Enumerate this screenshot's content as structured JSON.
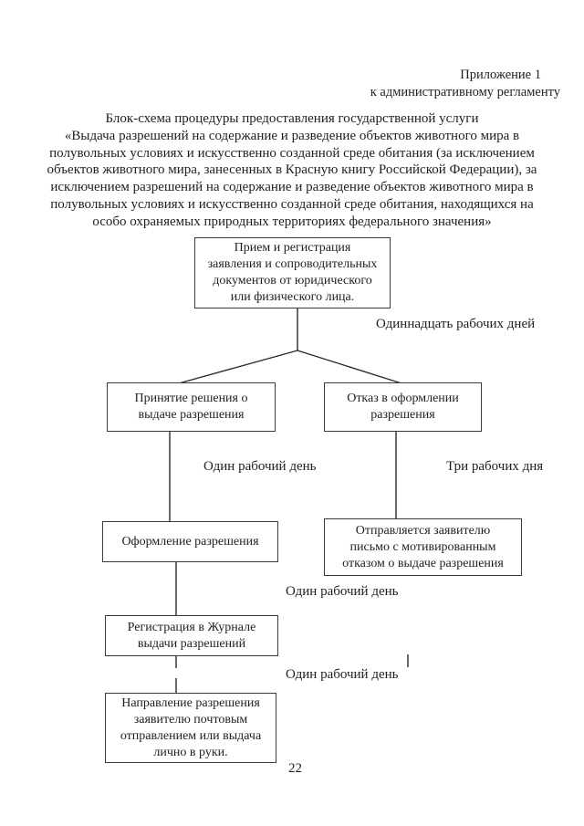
{
  "document": {
    "appendix_line1": "Приложение 1",
    "appendix_line2": "к административному регламенту",
    "title_lines": [
      "Блок-схема процедуры предоставления государственной услуги",
      "«Выдача разрешений на содержание и разведение объектов животного мира в",
      "полувольных условиях и искусственно созданной среде обитания (за исключением",
      "объектов животного мира, занесенных в Красную книгу Российской Федерации), за",
      "исключением разрешений на содержание и разведение объектов животного мира в",
      "полувольных условиях и искусственно созданной среде обитания, находящихся на",
      "особо охраняемых природных территориях федерального значения»"
    ],
    "page_number": "22"
  },
  "flowchart": {
    "box_reception": "Прием и регистрация\nзаявления и сопроводительных\nдокументов от юридического\nили физического лица.",
    "box_decision": "Принятие решения о\nвыдаче разрешения",
    "box_refusal": "Отказ в оформлении\nразрешения",
    "box_processing": "Оформление разрешения",
    "box_refusal_letter": "Отправляется заявителю\nписьмо с мотивированным\nотказом о выдаче разрешения",
    "box_journal": "Регистрация в Журнале\nвыдачи разрешений",
    "box_delivery": "Направление разрешения\nзаявителю почтовым\nотправлением или выдача\nлично в руки.",
    "label_eleven_days": "Одиннадцать рабочих дней",
    "label_one_day_1": "Один рабочий день",
    "label_three_days": "Три рабочих дня",
    "label_one_day_2": "Один рабочий день",
    "label_one_day_3": "Один рабочий день"
  },
  "colors": {
    "ink": "#1f1f1f",
    "line": "#2b2b2b",
    "page_background": "#ffffff"
  }
}
